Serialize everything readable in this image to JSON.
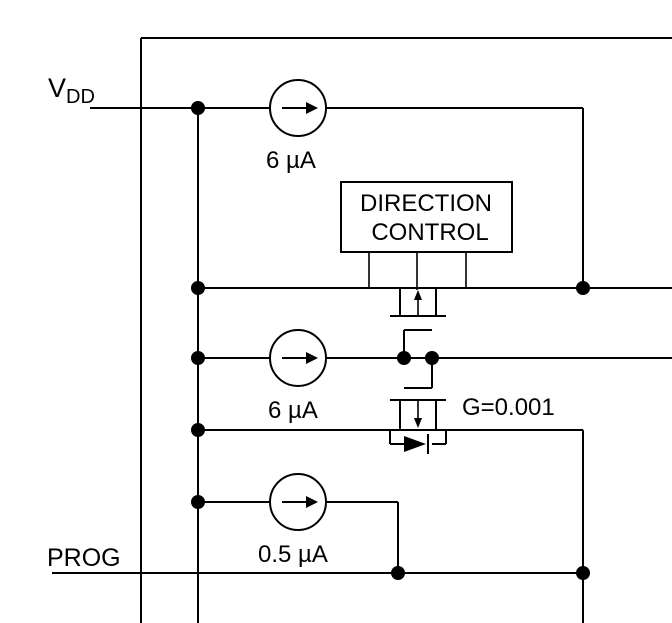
{
  "pins": {
    "vdd": {
      "main": "V",
      "sub": "DD"
    },
    "prog": "PROG"
  },
  "sources": {
    "top": "6 µA",
    "middle": "6 µA",
    "bottom": "0.5 µA"
  },
  "direction_control": {
    "line1": "DIRECTION",
    "line2": "CONTROL"
  },
  "gain": "G=0.001"
}
